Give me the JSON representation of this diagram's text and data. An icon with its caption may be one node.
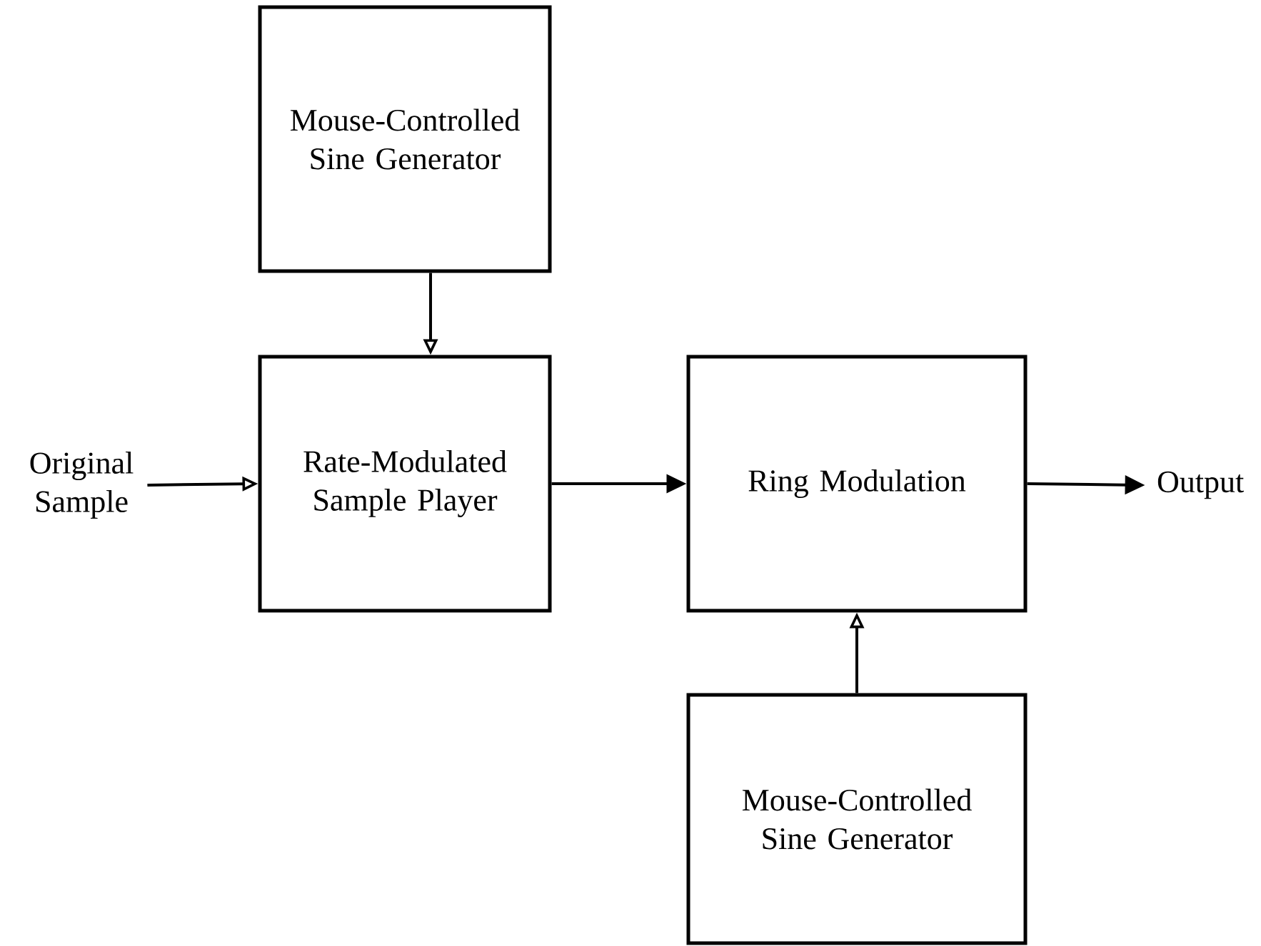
{
  "diagram": {
    "nodes": [
      {
        "text": [
          "Mouse-Controlled Sine Generator"
        ]
      },
      {
        "text": [
          "Original Sample"
        ]
      },
      {
        "text": [
          "Rate-Modulated Sample Player"
        ]
      },
      {
        "text": [
          "Ring Modulation"
        ]
      },
      {
        "text": [
          "Output"
        ]
      },
      {
        "text": [
          "Mouse-Controlled Sine Generator"
        ]
      }
    ],
    "edges": [
      {
        "from": 0,
        "to": 2,
        "arrow": "to"
      },
      {
        "from": 1,
        "to": 2,
        "arrow": "to"
      },
      {
        "from": 2,
        "to": 3,
        "arrow": "to"
      },
      {
        "from": 3,
        "to": 4,
        "arrow": "to"
      },
      {
        "from": 5,
        "to": 3,
        "arrow": "to"
      }
    ]
  }
}
